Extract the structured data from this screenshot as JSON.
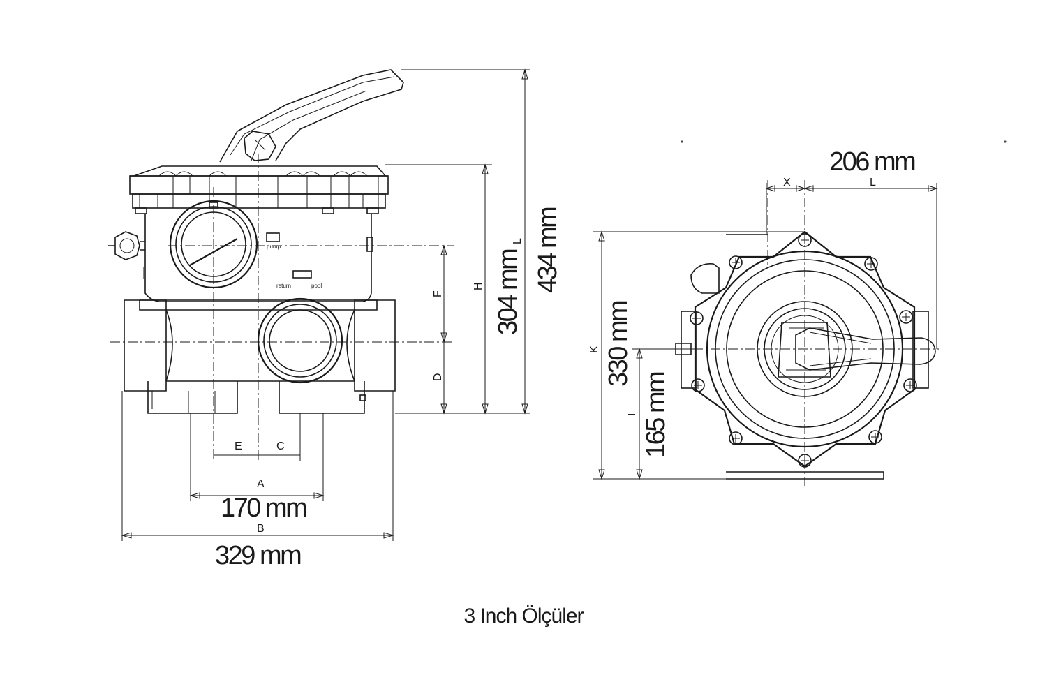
{
  "front_view": {
    "dimensions": {
      "width_total": "329 mm",
      "port_spacing": "170 mm",
      "height_body": "304 mm",
      "height_total": "434 mm"
    },
    "letters": {
      "a": "A",
      "b": "B",
      "c": "C",
      "d": "D",
      "e": "E",
      "f": "F",
      "h": "H",
      "l": "L"
    },
    "port_label_pump": "pump",
    "port_label_return": "return",
    "port_label_pool": "pool"
  },
  "top_view": {
    "dimensions": {
      "width_half": "206 mm",
      "height_total": "330 mm",
      "height_half": "165 mm"
    },
    "letters": {
      "x": "X",
      "l": "L",
      "k": "K",
      "i": "I"
    }
  },
  "caption": "3 Inch Ölçüler"
}
